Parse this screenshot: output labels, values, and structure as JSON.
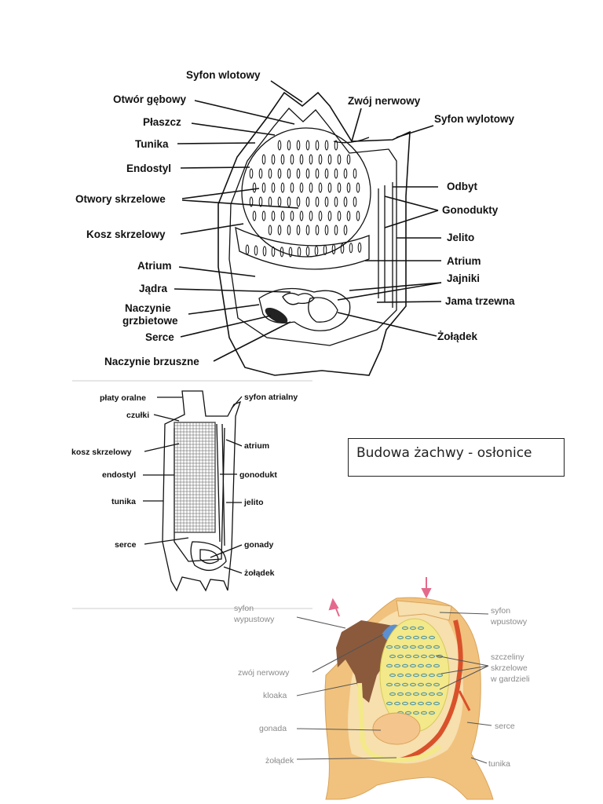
{
  "title": "Budowa żachwy - osłonice",
  "diagram1": {
    "labels_left": [
      "Syfon wlotowy",
      "Otwór gębowy",
      "Płaszcz",
      "Tunika",
      "Endostyl",
      "Otwory skrzelowe",
      "Kosz skrzelowy",
      "Atrium",
      "Jądra",
      "Naczynie",
      "grzbietowe",
      "Serce",
      "Naczynie brzuszne"
    ],
    "labels_right": [
      "Zwój nerwowy",
      "Syfon wylotowy",
      "Odbyt",
      "Gonodukty",
      "Jelito",
      "Atrium",
      "Jajniki",
      "Jama trzewna",
      "Żołądek"
    ]
  },
  "diagram2": {
    "labels_left": [
      "płaty oralne",
      "czułki",
      "kosz skrzelowy",
      "endostyl",
      "tunika",
      "serce"
    ],
    "labels_right": [
      "syfon atrialny",
      "atrium",
      "gonodukt",
      "jelito",
      "gonady",
      "żołądek"
    ]
  },
  "diagram3": {
    "labels_left": [
      "syfon",
      "wypustowy",
      "zwój nerwowy",
      "kloaka",
      "gonada",
      "żołądek"
    ],
    "labels_right": [
      "syfon",
      "wpustowy",
      "szczeliny",
      "skrzelowe",
      "w gardzieli",
      "serce",
      "tunika"
    ]
  },
  "colors": {
    "tunic_orange": "#f1c27d",
    "mantle_light": "#f7dfae",
    "basket_yellow": "#f3e98a",
    "cloaca_brown": "#8b5a3c",
    "ganglion_blue": "#5b8fd0",
    "heart_red": "#d9512b",
    "gonad_peach": "#f4c58c",
    "arrow_pink": "#e46a8c"
  }
}
